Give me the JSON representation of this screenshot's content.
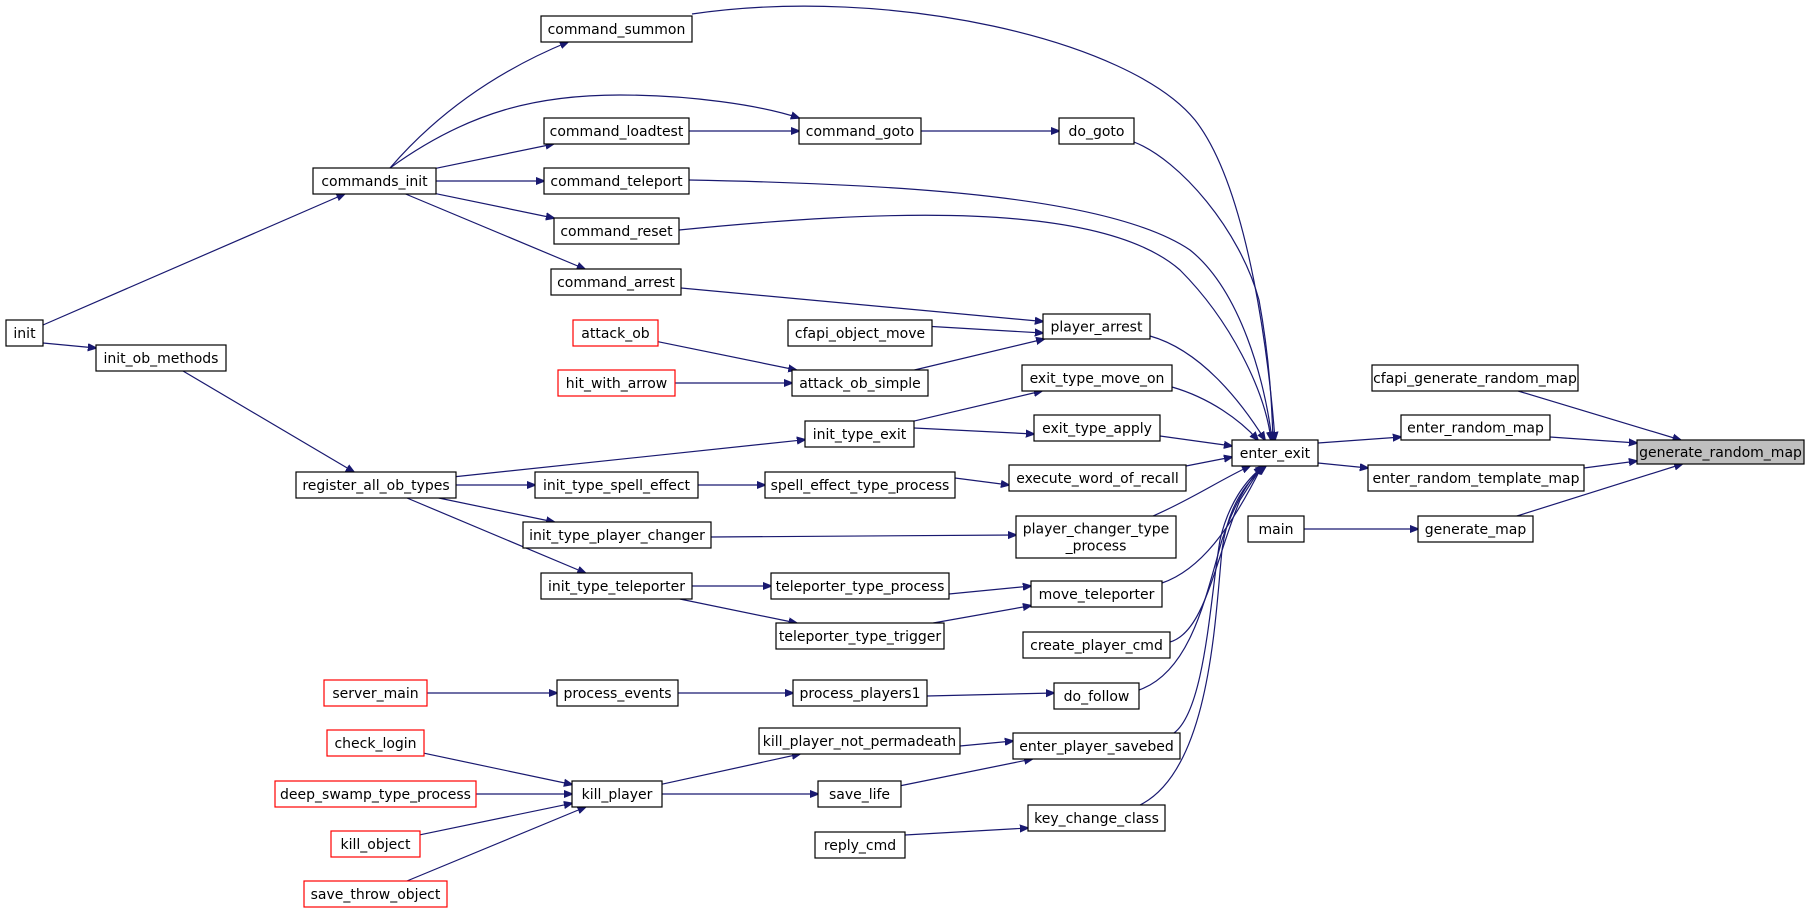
{
  "diagram": {
    "type": "call-graph",
    "nodes": [
      {
        "id": "generate_random_map",
        "label": "generate_random_map",
        "root": true
      },
      {
        "id": "cfapi_generate_random_map",
        "label": "cfapi_generate_random_map"
      },
      {
        "id": "enter_random_map",
        "label": "enter_random_map"
      },
      {
        "id": "enter_random_template_map",
        "label": "enter_random_template_map"
      },
      {
        "id": "generate_map",
        "label": "generate_map"
      },
      {
        "id": "main",
        "label": "main"
      },
      {
        "id": "enter_exit",
        "label": "enter_exit"
      },
      {
        "id": "do_goto",
        "label": "do_goto"
      },
      {
        "id": "player_arrest",
        "label": "player_arrest"
      },
      {
        "id": "exit_type_move_on",
        "label": "exit_type_move_on"
      },
      {
        "id": "exit_type_apply",
        "label": "exit_type_apply"
      },
      {
        "id": "execute_word_of_recall",
        "label": "execute_word_of_recall"
      },
      {
        "id": "player_changer_type_process",
        "label": "player_changer_type\n_process"
      },
      {
        "id": "move_teleporter",
        "label": "move_teleporter"
      },
      {
        "id": "create_player_cmd",
        "label": "create_player_cmd"
      },
      {
        "id": "do_follow",
        "label": "do_follow"
      },
      {
        "id": "enter_player_savebed",
        "label": "enter_player_savebed"
      },
      {
        "id": "key_change_class",
        "label": "key_change_class"
      },
      {
        "id": "command_summon",
        "label": "command_summon"
      },
      {
        "id": "command_loadtest",
        "label": "command_loadtest"
      },
      {
        "id": "command_goto",
        "label": "command_goto"
      },
      {
        "id": "command_teleport",
        "label": "command_teleport"
      },
      {
        "id": "command_reset",
        "label": "command_reset"
      },
      {
        "id": "command_arrest",
        "label": "command_arrest"
      },
      {
        "id": "commands_init",
        "label": "commands_init"
      },
      {
        "id": "init",
        "label": "init"
      },
      {
        "id": "init_ob_methods",
        "label": "init_ob_methods"
      },
      {
        "id": "register_all_ob_types",
        "label": "register_all_ob_types"
      },
      {
        "id": "attack_ob",
        "label": "attack_ob",
        "highlight": true
      },
      {
        "id": "hit_with_arrow",
        "label": "hit_with_arrow",
        "highlight": true
      },
      {
        "id": "cfapi_object_move",
        "label": "cfapi_object_move"
      },
      {
        "id": "attack_ob_simple",
        "label": "attack_ob_simple"
      },
      {
        "id": "init_type_exit",
        "label": "init_type_exit"
      },
      {
        "id": "init_type_spell_effect",
        "label": "init_type_spell_effect"
      },
      {
        "id": "spell_effect_type_process",
        "label": "spell_effect_type_process"
      },
      {
        "id": "init_type_player_changer",
        "label": "init_type_player_changer"
      },
      {
        "id": "init_type_teleporter",
        "label": "init_type_teleporter"
      },
      {
        "id": "teleporter_type_process",
        "label": "teleporter_type_process"
      },
      {
        "id": "teleporter_type_trigger",
        "label": "teleporter_type_trigger"
      },
      {
        "id": "server_main",
        "label": "server_main",
        "highlight": true
      },
      {
        "id": "process_events",
        "label": "process_events"
      },
      {
        "id": "process_players1",
        "label": "process_players1"
      },
      {
        "id": "check_login",
        "label": "check_login",
        "highlight": true
      },
      {
        "id": "deep_swamp_type_process",
        "label": "deep_swamp_type_process",
        "highlight": true
      },
      {
        "id": "kill_object",
        "label": "kill_object",
        "highlight": true
      },
      {
        "id": "save_throw_object",
        "label": "save_throw_object",
        "highlight": true
      },
      {
        "id": "kill_player",
        "label": "kill_player"
      },
      {
        "id": "kill_player_not_permadeath",
        "label": "kill_player_not_permadeath"
      },
      {
        "id": "save_life",
        "label": "save_life"
      },
      {
        "id": "reply_cmd",
        "label": "reply_cmd"
      }
    ],
    "edges": [
      [
        "cfapi_generate_random_map",
        "generate_random_map"
      ],
      [
        "enter_random_map",
        "generate_random_map"
      ],
      [
        "enter_random_template_map",
        "generate_random_map"
      ],
      [
        "generate_map",
        "generate_random_map"
      ],
      [
        "enter_exit",
        "enter_random_map"
      ],
      [
        "enter_exit",
        "enter_random_template_map"
      ],
      [
        "main",
        "generate_map"
      ],
      [
        "command_summon",
        "enter_exit"
      ],
      [
        "do_goto",
        "enter_exit"
      ],
      [
        "command_teleport",
        "enter_exit"
      ],
      [
        "command_reset",
        "enter_exit"
      ],
      [
        "player_arrest",
        "enter_exit"
      ],
      [
        "exit_type_move_on",
        "enter_exit"
      ],
      [
        "exit_type_apply",
        "enter_exit"
      ],
      [
        "execute_word_of_recall",
        "enter_exit"
      ],
      [
        "player_changer_type_process",
        "enter_exit"
      ],
      [
        "move_teleporter",
        "enter_exit"
      ],
      [
        "create_player_cmd",
        "enter_exit"
      ],
      [
        "do_follow",
        "enter_exit"
      ],
      [
        "enter_player_savebed",
        "enter_exit"
      ],
      [
        "key_change_class",
        "enter_exit"
      ],
      [
        "command_goto",
        "do_goto"
      ],
      [
        "command_loadtest",
        "command_goto"
      ],
      [
        "commands_init",
        "command_goto"
      ],
      [
        "commands_init",
        "command_summon"
      ],
      [
        "commands_init",
        "command_loadtest"
      ],
      [
        "commands_init",
        "command_teleport"
      ],
      [
        "commands_init",
        "command_reset"
      ],
      [
        "commands_init",
        "command_arrest"
      ],
      [
        "init",
        "commands_init"
      ],
      [
        "init",
        "init_ob_methods"
      ],
      [
        "init_ob_methods",
        "register_all_ob_types"
      ],
      [
        "command_arrest",
        "player_arrest"
      ],
      [
        "cfapi_object_move",
        "player_arrest"
      ],
      [
        "attack_ob_simple",
        "player_arrest"
      ],
      [
        "attack_ob",
        "attack_ob_simple"
      ],
      [
        "hit_with_arrow",
        "attack_ob_simple"
      ],
      [
        "init_type_exit",
        "exit_type_move_on"
      ],
      [
        "init_type_exit",
        "exit_type_apply"
      ],
      [
        "register_all_ob_types",
        "init_type_exit"
      ],
      [
        "register_all_ob_types",
        "init_type_spell_effect"
      ],
      [
        "register_all_ob_types",
        "init_type_player_changer"
      ],
      [
        "register_all_ob_types",
        "init_type_teleporter"
      ],
      [
        "init_type_spell_effect",
        "spell_effect_type_process"
      ],
      [
        "spell_effect_type_process",
        "execute_word_of_recall"
      ],
      [
        "init_type_player_changer",
        "player_changer_type_process"
      ],
      [
        "init_type_teleporter",
        "teleporter_type_process"
      ],
      [
        "init_type_teleporter",
        "teleporter_type_trigger"
      ],
      [
        "teleporter_type_process",
        "move_teleporter"
      ],
      [
        "teleporter_type_trigger",
        "move_teleporter"
      ],
      [
        "server_main",
        "process_events"
      ],
      [
        "process_events",
        "process_players1"
      ],
      [
        "process_players1",
        "do_follow"
      ],
      [
        "check_login",
        "kill_player"
      ],
      [
        "deep_swamp_type_process",
        "kill_player"
      ],
      [
        "kill_object",
        "kill_player"
      ],
      [
        "save_throw_object",
        "kill_player"
      ],
      [
        "kill_player",
        "kill_player_not_permadeath"
      ],
      [
        "kill_player",
        "save_life"
      ],
      [
        "kill_player_not_permadeath",
        "enter_player_savebed"
      ],
      [
        "save_life",
        "enter_player_savebed"
      ],
      [
        "reply_cmd",
        "key_change_class"
      ]
    ]
  },
  "colors": {
    "edge": "#191970",
    "node_border": "#000000",
    "highlight_border": "#ff0000",
    "root_fill": "#bfbfbf"
  }
}
